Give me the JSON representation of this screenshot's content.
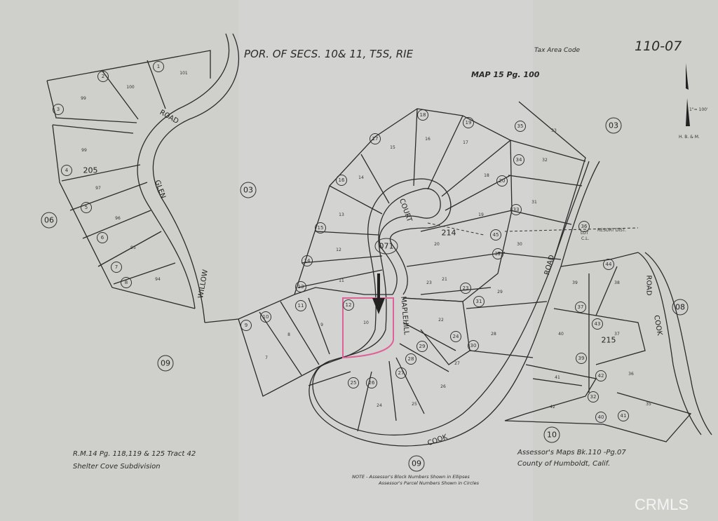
{
  "header": {
    "title": "POR. OF SECS. 10& 11, T5S, RIE",
    "tax_area_code_label": "Tax Area Code",
    "map_number": "110-07",
    "map_ref": "MAP 15 Pg. 100",
    "scale": "1\"= 100'",
    "meridian": "H. B. & M."
  },
  "footer": {
    "rm_ref": "R.M.14 Pg. 118,119 & 125     Tract 42",
    "subdivision": "Shelter     Cove     Subdivision",
    "book_ref": "Assessor's Maps Bk.110 -Pg.07",
    "county": "County of Humboldt, Calif.",
    "note_line1": "NOTE - Assessor's Block Numbers Shown in Ellipses",
    "note_line2": "Assessor's Parcel Numbers Shown in Circles"
  },
  "roads": [
    "ROAD",
    "GLEN",
    "WILLOW",
    "COURT",
    "MAPLEHILL",
    "ROAD",
    "COOK",
    "ROAD",
    "COOK"
  ],
  "annotations": {
    "resort_dist": "RESORT DIST.",
    "lot": "LOT",
    "cl": "C.L."
  },
  "blocks": [
    "03",
    "06",
    "09",
    "071",
    "03",
    "08",
    "10",
    "09",
    "205",
    "214",
    "215"
  ],
  "parcels": [
    "1",
    "2",
    "3",
    "4",
    "5",
    "6",
    "7",
    "8",
    "9",
    "10",
    "11",
    "12",
    "13",
    "14",
    "15",
    "16",
    "17",
    "18",
    "19",
    "20",
    "23",
    "24",
    "25",
    "26",
    "27",
    "28",
    "29",
    "30",
    "31",
    "32",
    "33",
    "34",
    "35",
    "36",
    "37",
    "39",
    "40",
    "41",
    "42",
    "43",
    "44",
    "45",
    "32"
  ],
  "lots": [
    "101",
    "100",
    "99",
    "99",
    "97",
    "96",
    "95",
    "94",
    "9",
    "8",
    "7",
    "10",
    "11",
    "12",
    "13",
    "14",
    "15",
    "16",
    "17",
    "18",
    "19",
    "20",
    "21",
    "22",
    "23",
    "24",
    "25",
    "26",
    "27",
    "28",
    "29",
    "30",
    "31",
    "32",
    "33",
    "38",
    "37",
    "36",
    "35",
    "39",
    "40",
    "41",
    "42"
  ],
  "highlight_color": "#e0609a",
  "watermark": "CRMLS"
}
